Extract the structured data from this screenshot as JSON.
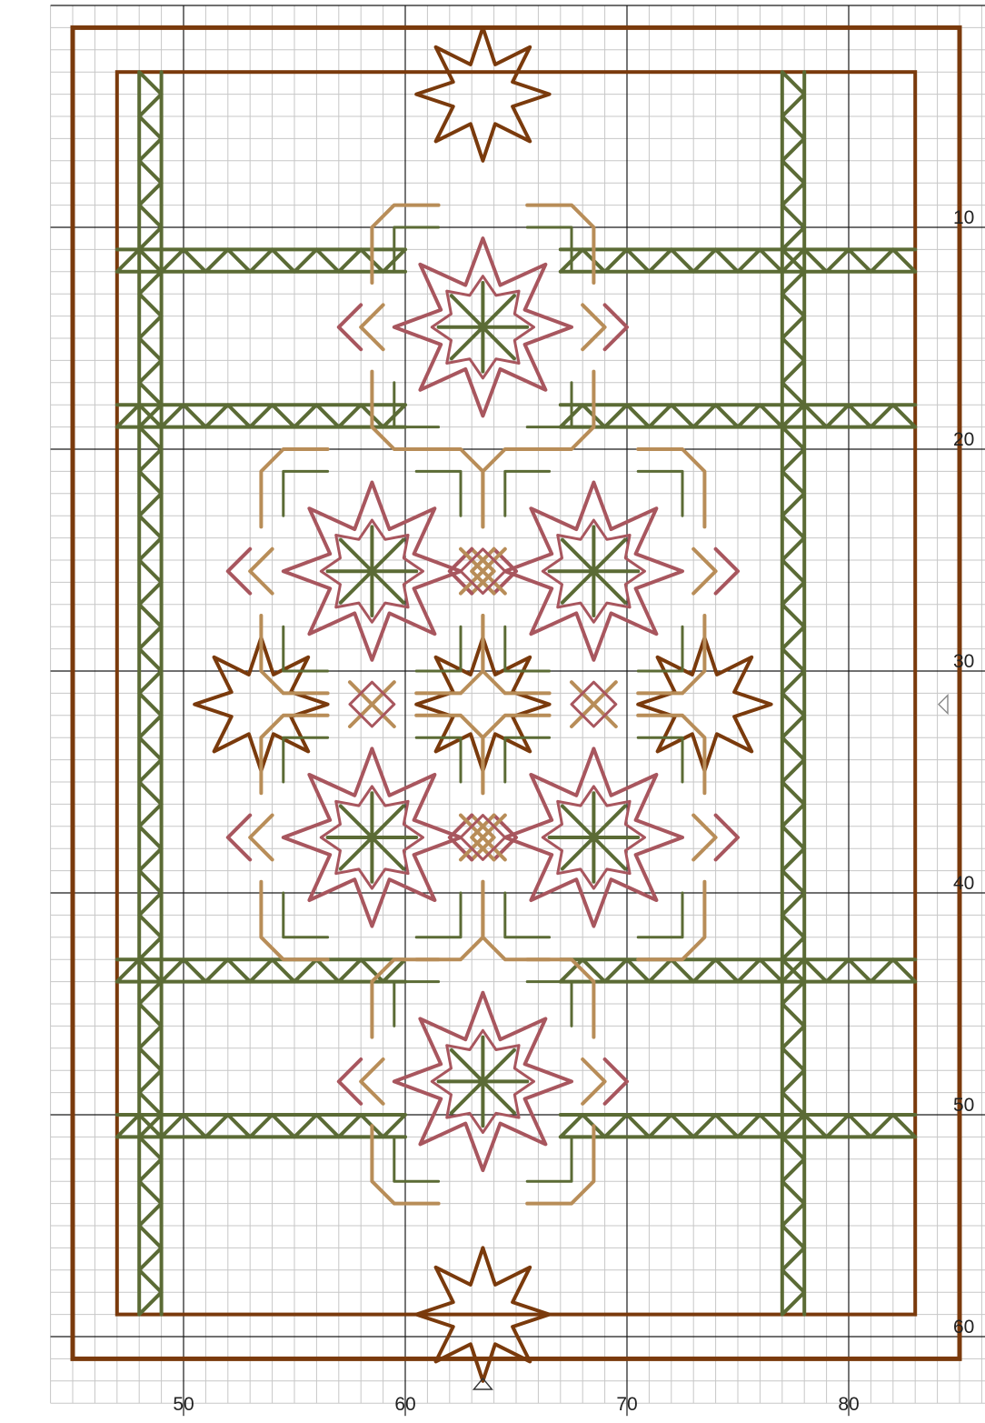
{
  "chart": {
    "x_ticks": [
      {
        "value": 50,
        "label": "50"
      },
      {
        "value": 60,
        "label": "60"
      },
      {
        "value": 70,
        "label": "70"
      },
      {
        "value": 80,
        "label": "80"
      }
    ],
    "y_ticks": [
      {
        "value": 10,
        "label": "10"
      },
      {
        "value": 20,
        "label": "20"
      },
      {
        "value": 30,
        "label": "30"
      },
      {
        "value": 40,
        "label": "40"
      },
      {
        "value": 50,
        "label": "50"
      },
      {
        "value": 60,
        "label": "60"
      }
    ],
    "center_markers": {
      "column": 63.5,
      "row": 31.5,
      "column_marker_icon": "triangle-up-outline",
      "row_marker_icon": "triangle-left-outline"
    }
  },
  "pattern": {
    "grid_columns": [
      44,
      88
    ],
    "grid_rows": [
      0,
      63
    ],
    "thread_colors": {
      "brown": "#7a3a0c",
      "green": "#5b6b35",
      "rose": "#a8565e",
      "tan": "#b88d58",
      "grid_minor": "#c7c7c7",
      "grid_major": "#1a1a1a"
    },
    "large_stars_brown": [
      [
        63.5,
        4
      ],
      [
        53.5,
        31.5
      ],
      [
        63.5,
        31.5
      ],
      [
        73.5,
        31.5
      ],
      [
        63.5,
        59
      ]
    ],
    "medium_stars_rose": [
      [
        63.5,
        14.5
      ],
      [
        58.5,
        25.5
      ],
      [
        68.5,
        25.5
      ],
      [
        58.5,
        37.5
      ],
      [
        68.5,
        37.5
      ],
      [
        63.5,
        48.5
      ]
    ]
  }
}
